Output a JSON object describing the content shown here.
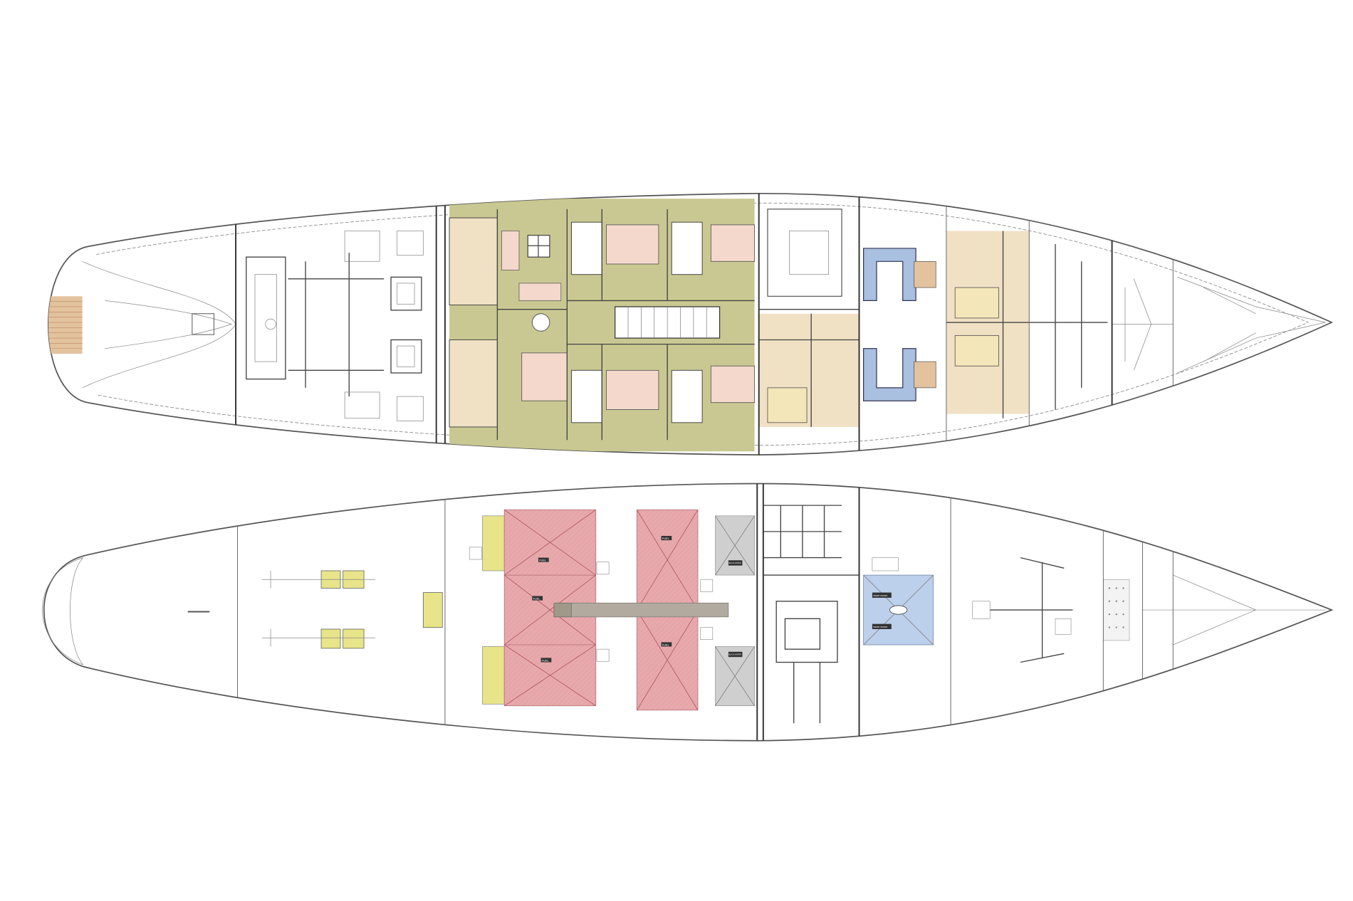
{
  "drawing": {
    "upper_plan": "accommodation-deck",
    "lower_plan": "tank-deck"
  },
  "colors": {
    "guest_area": "#c9c892",
    "bed": "#f3d8cb",
    "crew_area": "#f1e1c4",
    "blue_seating": "#a9c0e0",
    "fuel_tank": "#e8a9ad",
    "yellow_tank": "#e8e48a",
    "grey_tank": "#cfcfcf",
    "fresh_water": "#bccfeb",
    "teak": "#e3c29e"
  },
  "tank_labels": {
    "fuel": "FUEL",
    "fresh_water": "FRESH WATER",
    "black_water": "BLACK WATER"
  }
}
